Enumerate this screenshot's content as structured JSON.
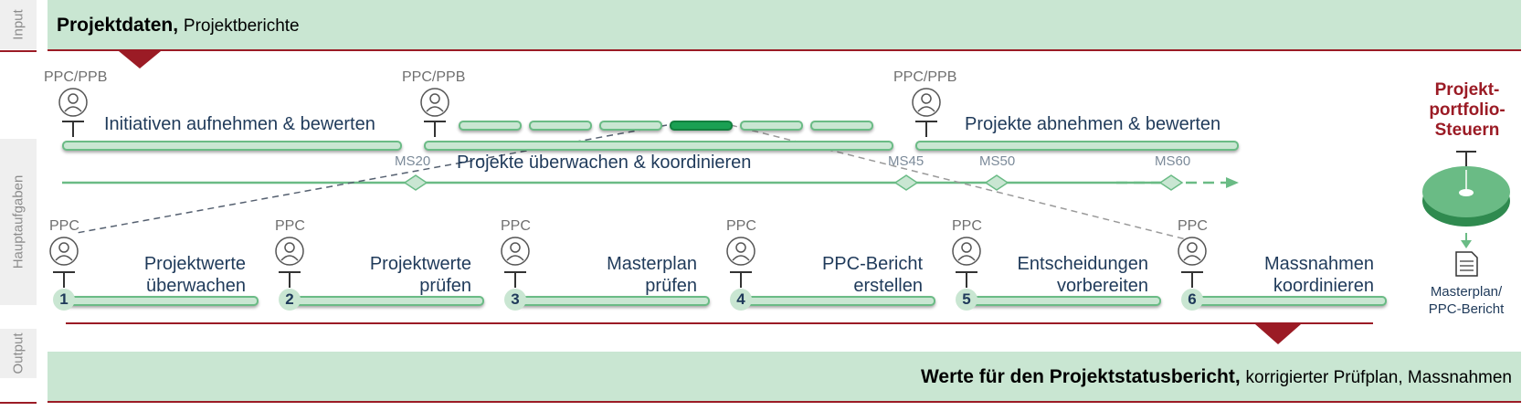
{
  "sections": {
    "input": "Input",
    "main": "Hauptaufgaben",
    "output": "Output"
  },
  "input_band": {
    "bold": "Projektdaten,",
    "normal": "Projektberichte"
  },
  "output_band": {
    "bold": "Werte für den Projektstatusbericht,",
    "normal": "korrigierter Prüfplan, Massnahmen"
  },
  "top_tasks": [
    {
      "role": "PPC/PPB",
      "label": "Initiativen aufnehmen & bewerten"
    },
    {
      "role": "PPC/PPB",
      "label": "Projekte überwachen & koordinieren"
    },
    {
      "role": "PPC/PPB",
      "label": "Projekte abnehmen & bewerten"
    }
  ],
  "milestones": [
    "MS20",
    "MS45",
    "MS50",
    "MS60"
  ],
  "steps": [
    {
      "num": "1",
      "role": "PPC",
      "line1": "Projektwerte",
      "line2": "überwachen"
    },
    {
      "num": "2",
      "role": "PPC",
      "line1": "Projektwerte",
      "line2": "prüfen"
    },
    {
      "num": "3",
      "role": "PPC",
      "line1": "Masterplan",
      "line2": "prüfen"
    },
    {
      "num": "4",
      "role": "PPC",
      "line1": "PPC-Bericht",
      "line2": "erstellen"
    },
    {
      "num": "5",
      "role": "PPC",
      "line1": "Entscheidungen",
      "line2": "vorbereiten"
    },
    {
      "num": "6",
      "role": "PPC",
      "line1": "Massnahmen",
      "line2": "koordinieren"
    }
  ],
  "side_panel": {
    "title": "Projekt-\nportfolio-\nSteuern",
    "doc_label": "Masterplan/\nPPC-Bericht"
  },
  "colors": {
    "accent_red": "#9b1b25",
    "band_green": "#c9e6d2",
    "line_green": "#6abb85",
    "active_green": "#1aa053",
    "text_blue": "#1f3a5a"
  }
}
